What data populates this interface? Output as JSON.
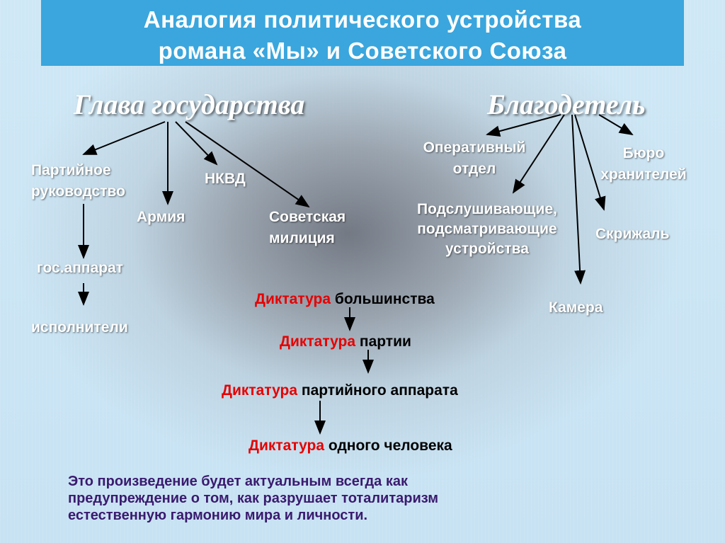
{
  "title": {
    "line1": "Аналогия политического устройства",
    "line2": "романа «Мы» и Советского Союза"
  },
  "left_tree": {
    "root": "Глава государства",
    "children": {
      "party_leadership_line1": "Партийное",
      "party_leadership_line2": "руководство",
      "army": "Армия",
      "nkvd": "НКВД",
      "militia_line1": "Советская",
      "militia_line2": "милиция"
    },
    "chain": {
      "gos_apparat": "гос.аппарат",
      "executors": "исполнители"
    }
  },
  "right_tree": {
    "root": "Благодетель",
    "children": {
      "operative_line1": "Оперативный",
      "operative_line2": "отдел",
      "bureau_line1": "Бюро",
      "bureau_line2": "хранителей",
      "devices_line1": "Подслушивающие,",
      "devices_line2": "подсматривающие",
      "devices_line3": "устройства",
      "tablet": "Скрижаль",
      "camera": "Камера"
    }
  },
  "dictatorship_chain": [
    {
      "red": "Диктатура",
      "rest": " большинства"
    },
    {
      "red": "Диктатура",
      "rest": " партии"
    },
    {
      "red": "Диктатура",
      "rest": " партийного аппарата"
    },
    {
      "red": "Диктатура",
      "rest": " одного человека"
    }
  ],
  "conclusion": {
    "line1": "Это произведение будет актуальным всегда как",
    "line2": "предупреждение о том, как разрушает тоталитаризм",
    "line3": "естественную гармонию мира и личности."
  },
  "colors": {
    "title_bar": "#3aa6dd",
    "accent_red": "#e60000",
    "note_text": "#3a1a6e",
    "background": "#c9e3f2"
  }
}
